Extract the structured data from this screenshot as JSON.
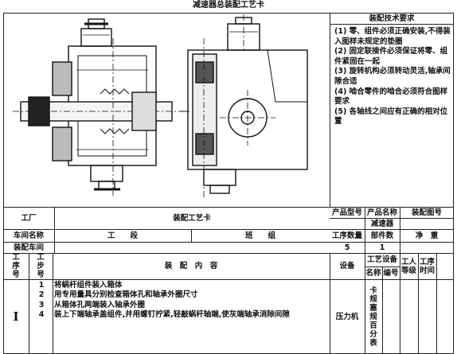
{
  "title": "减速器总装配工艺卡",
  "requirements": {
    "header": "装配技术要求",
    "items": [
      "(1) 零、组件必须正确安装,不得装入图样未规定的垫圈",
      "(2) 固定联接件必须保证将零、组件紧固在一起",
      "(3) 旋转机构必须转动灵活,轴承间隙合适",
      "(4) 啮合零件的啮合必须符合图样要求",
      "(5) 各轴线之间应有正确的相对位置"
    ]
  },
  "table": {
    "factory": "工厂",
    "card": "装配工艺卡",
    "product_model": "产品型号",
    "product_name": "产品名称",
    "product_name_value": "减速器",
    "assembly_drawing_no": "装配图号",
    "workshop_name": "车间名称",
    "section": "工　　段",
    "team": "班　　组",
    "process_qty": "工序数量",
    "part_count": "部件数",
    "net_weight": "净　重",
    "assembly_workshop": "装配车间",
    "process_qty_value": "5",
    "part_count_value": "1",
    "process_no": "工序号",
    "step_no": "工步号",
    "content": "装　配　内　容",
    "equipment": "设备",
    "tooling": "工艺设备",
    "tool_name": "名称",
    "tool_no": "编号",
    "labor": "工人等级",
    "process_time": "工序时间"
  },
  "process": {
    "roman": "I",
    "equipment": "压力机",
    "tooling": "卡规塞规百分表",
    "steps": [
      {
        "no": "1",
        "text": "将蜗杆组件装入箱体"
      },
      {
        "no": "2",
        "text": "用专用量具分别检查箱体孔和轴承外圈尺寸"
      },
      {
        "no": "3",
        "text": "从箱体孔两端装入轴承外圈"
      },
      {
        "no": "4",
        "text": "装上下端轴承盖组件,并用螺钉拧紧,轻敲蜗杆轴端,使灰端轴承消除间隙"
      }
    ]
  }
}
